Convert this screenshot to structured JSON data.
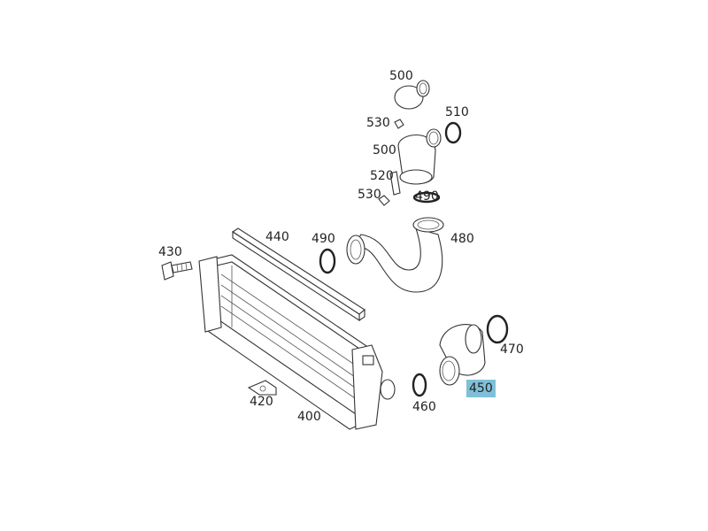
{
  "diagram": {
    "highlight_color": "#7fc0d8",
    "highlighted_part": "450",
    "labels": {
      "p500_top": "500",
      "p530_top": "530",
      "p510": "510",
      "p500_mid": "500",
      "p520": "520",
      "p530_low": "530",
      "p490_right": "490",
      "p440": "440",
      "p490_left": "490",
      "p480": "480",
      "p430": "430",
      "p470": "470",
      "p450": "450",
      "p460": "460",
      "p420": "420",
      "p400": "400"
    }
  }
}
